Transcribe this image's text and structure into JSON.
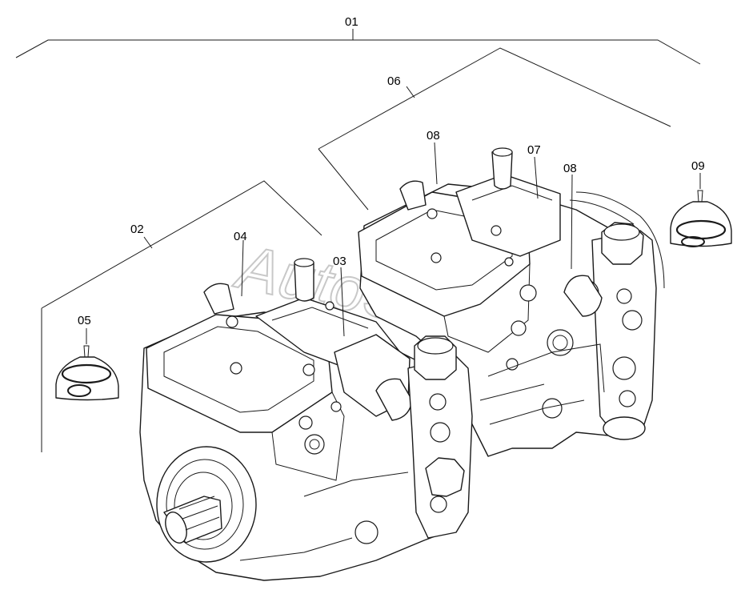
{
  "watermark": "AutoSoft",
  "callouts": {
    "c01": "01",
    "c02": "02",
    "c03": "03",
    "c04": "04",
    "c05": "05",
    "c06": "06",
    "c07": "07",
    "c08a": "08",
    "c08b": "08",
    "c09": "09"
  }
}
